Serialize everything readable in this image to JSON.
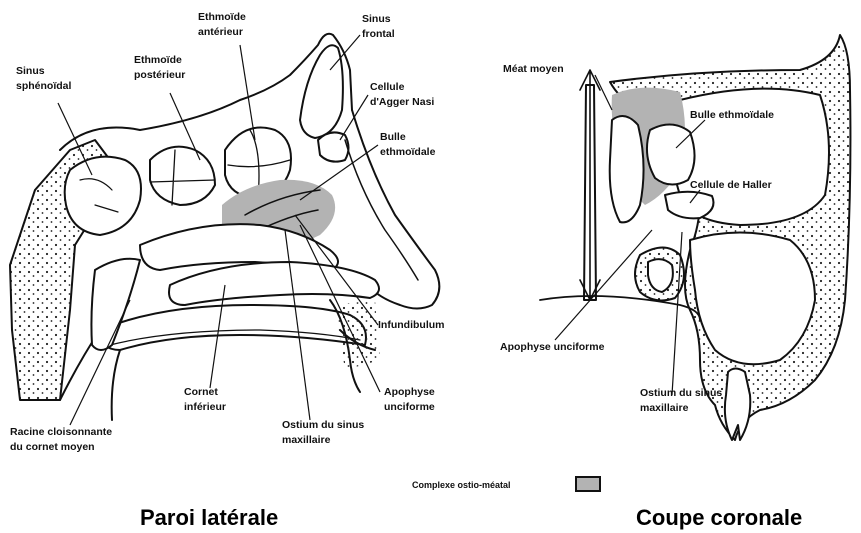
{
  "colors": {
    "ink": "#111111",
    "complex": "#b3b3b3",
    "bone_fill": "#f6f6f6"
  },
  "left": {
    "title": "Paroi latérale",
    "labels": {
      "sinus_sphenoidal": "Sinus\nsphénoïdal",
      "ethmoide_posterieur": "Ethmoïde\npostérieur",
      "ethmoide_anterieur": "Ethmoïde\nantérieur",
      "sinus_frontal": "Sinus\nfrontal",
      "cellule_agger_nasi": "Cellule\nd'Agger Nasi",
      "bulle_ethmoidale": "Bulle\nethmoïdale",
      "infundibulum": "Infundibulum",
      "apophyse_unciforme": "Apophyse\nunciforme",
      "ostium_sinus_maxillaire": "Ostium du sinus\nmaxillaire",
      "cornet_inferieur": "Cornet\ninférieur",
      "racine_cloisonnante": "Racine cloisonnante\ndu cornet moyen"
    }
  },
  "right": {
    "title": "Coupe coronale",
    "labels": {
      "meat_moyen": "Méat moyen",
      "bulle_ethmoidale": "Bulle ethmoïdale",
      "cellule_haller": "Cellule de Haller",
      "apophyse_unciforme": "Apophyse unciforme",
      "ostium_sinus_maxillaire": "Ostium du sinus\nmaxillaire"
    }
  },
  "legend": {
    "label": "Complexe ostio-méatal"
  }
}
